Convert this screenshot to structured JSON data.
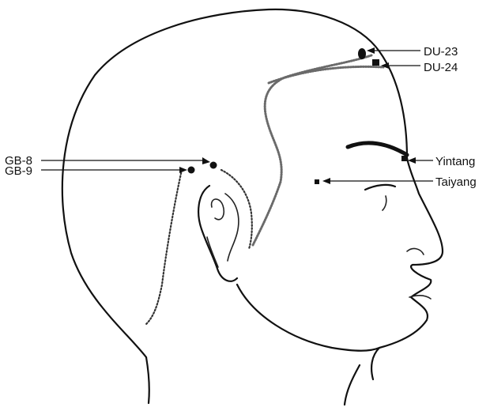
{
  "figure": {
    "labels": {
      "du23": "DU-23",
      "du24": "DU-24",
      "yintang": "Yintang",
      "taiyang": "Taiyang",
      "gb8": "GB-8",
      "gb9": "GB-9"
    },
    "colors": {
      "ink": "#111111",
      "hair": "#6a6a6a",
      "background": "#ffffff"
    }
  }
}
